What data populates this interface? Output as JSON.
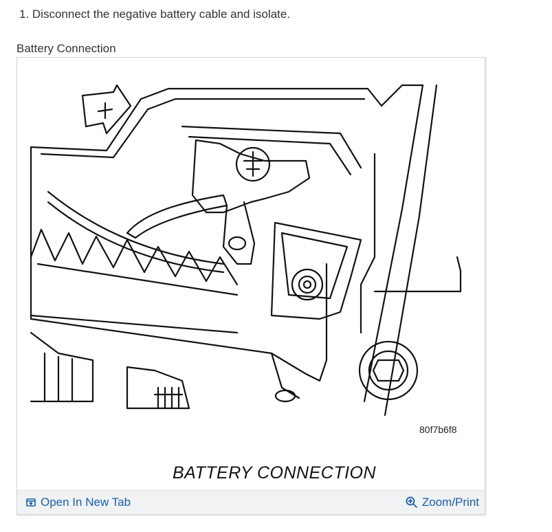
{
  "step": {
    "text": "1. Disconnect the negative battery cable and isolate."
  },
  "figure": {
    "caption": "Battery Connection",
    "image_code": "80f7b6f8",
    "image_title": "BATTERY CONNECTION",
    "open_tab_label": "Open In New Tab",
    "zoom_label": "Zoom/Print",
    "icons": {
      "open": "open-new-tab-icon",
      "zoom": "zoom-icon"
    },
    "link_color": "#1a5fa8"
  }
}
